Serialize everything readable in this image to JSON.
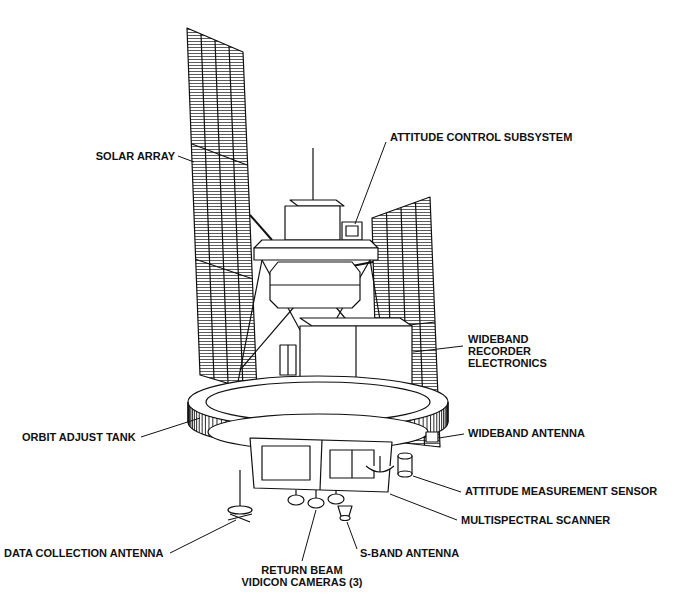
{
  "diagram": {
    "labels": [
      "SOLAR ARRAY",
      "ATTITUDE CONTROL SUBSYSTEM",
      "WIDEBAND RECORDER ELECTRONICS",
      "ORBIT ADJUST TANK",
      "WIDEBAND ANTENNA",
      "ATTITUDE MEASUREMENT SENSOR",
      "MULTISPECTRAL SCANNER",
      "DATA COLLECTION ANTENNA",
      "S-BAND ANTENNA",
      "RETURN BEAM VIDICON CAMERAS (3)"
    ]
  }
}
